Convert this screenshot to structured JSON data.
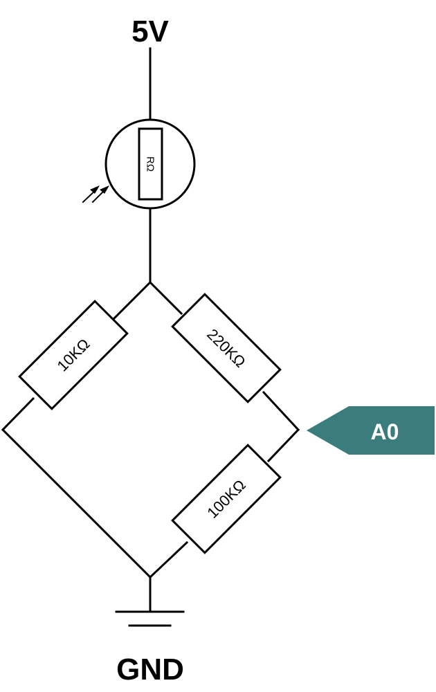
{
  "supply": {
    "label": "5V"
  },
  "ground": {
    "label": "GND"
  },
  "ldr": {
    "label": "RΩ"
  },
  "resistors": {
    "left": {
      "label": "10KΩ"
    },
    "top_right": {
      "label": "220KΩ"
    },
    "bottom_right": {
      "label": "100KΩ"
    }
  },
  "pin": {
    "label": "A0",
    "color": "#3a7d7c"
  }
}
